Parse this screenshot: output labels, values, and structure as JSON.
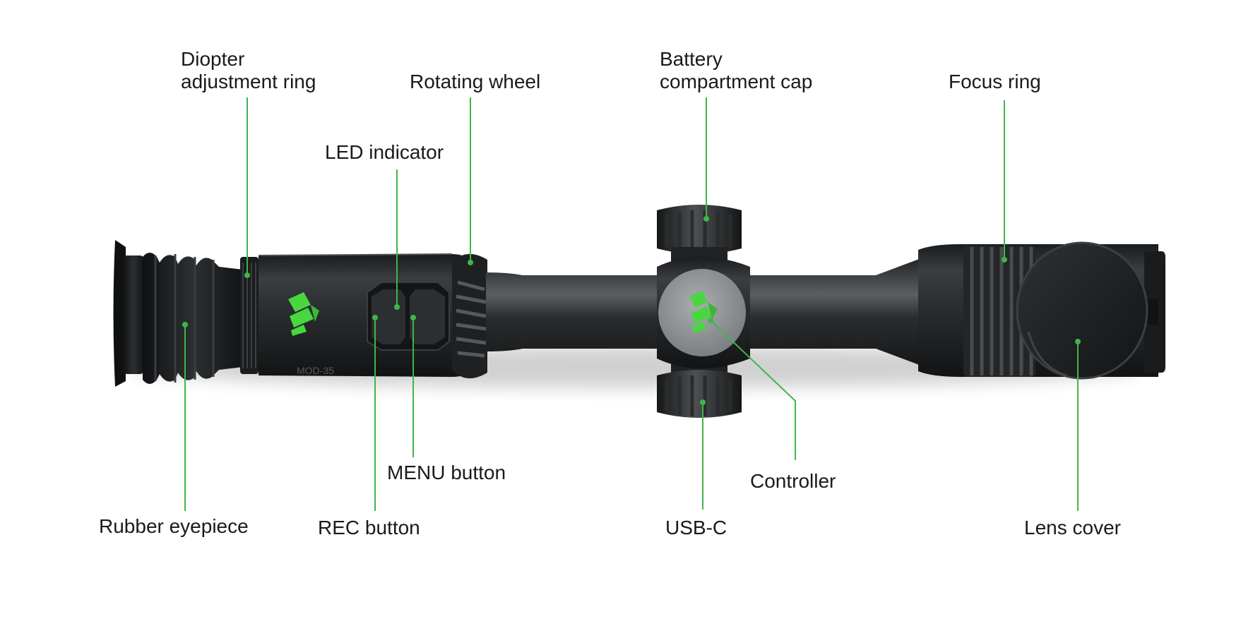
{
  "diagram": {
    "labels": {
      "diopter_ring": [
        "Diopter",
        "adjustment ring"
      ],
      "rotating_wheel": "Rotating wheel",
      "led_indicator": "LED indicator",
      "battery_cap": [
        "Battery",
        "compartment cap"
      ],
      "focus_ring": "Focus ring",
      "rubber_eyepiece": "Rubber eyepiece",
      "rec_button": "REC button",
      "menu_button": "MENU button",
      "usb_c": "USB-C",
      "controller": "Controller",
      "lens_cover": "Lens cover"
    },
    "colors": {
      "leader_line": "#3fb64a",
      "brand_logo": "#49d641",
      "scope_body": "#26292b",
      "controller_cap": "#8e9294",
      "background": "#ffffff"
    }
  }
}
